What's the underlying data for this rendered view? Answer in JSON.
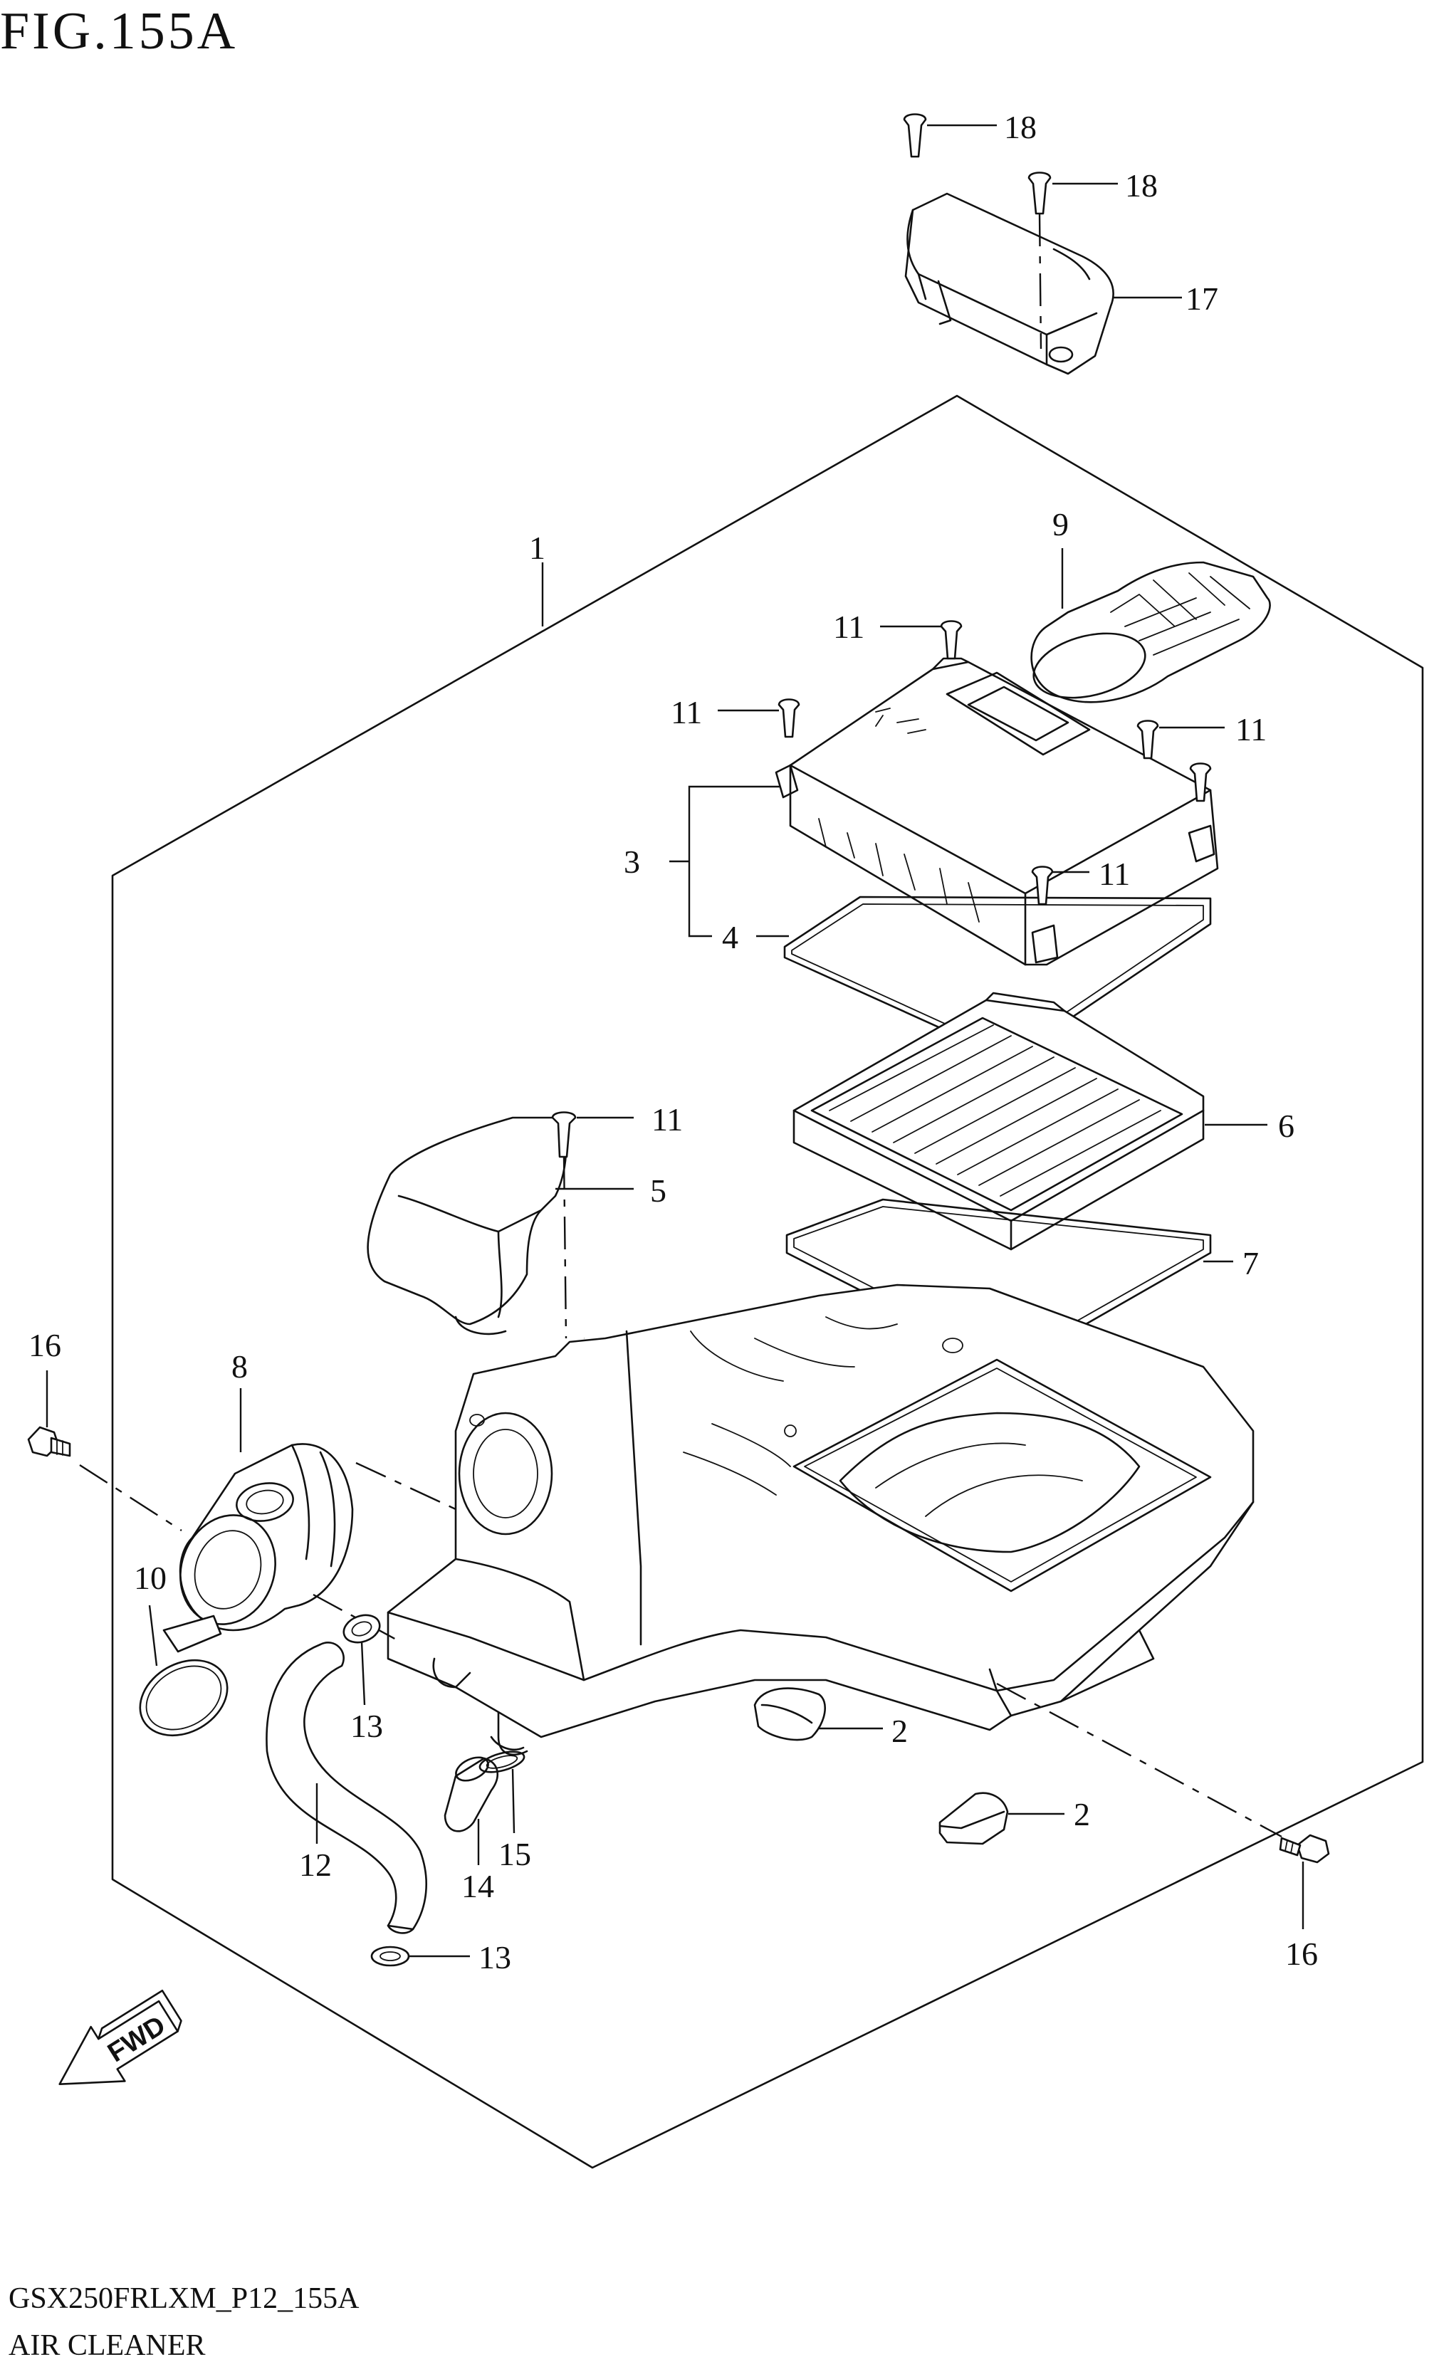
{
  "figure": {
    "title": "FIG.155A",
    "footer_code": "GSX250FRLXM_P12_155A",
    "footer_name": "AIR CLEANER",
    "fwd_label": "FWD"
  },
  "callouts": {
    "c1": "1",
    "c2a": "2",
    "c2b": "2",
    "c3": "3",
    "c4": "4",
    "c5": "5",
    "c6": "6",
    "c7": "7",
    "c8": "8",
    "c9": "9",
    "c10": "10",
    "c11a": "11",
    "c11b": "11",
    "c11c": "11",
    "c11d": "11",
    "c11e": "11",
    "c12": "12",
    "c13a": "13",
    "c13b": "13",
    "c14": "14",
    "c15": "15",
    "c16a": "16",
    "c16b": "16",
    "c17": "17",
    "c18a": "18",
    "c18b": "18"
  },
  "icons": {
    "fwd": "fwd-arrow-icon",
    "screw": "screw-icon",
    "bolt": "bolt-icon"
  }
}
